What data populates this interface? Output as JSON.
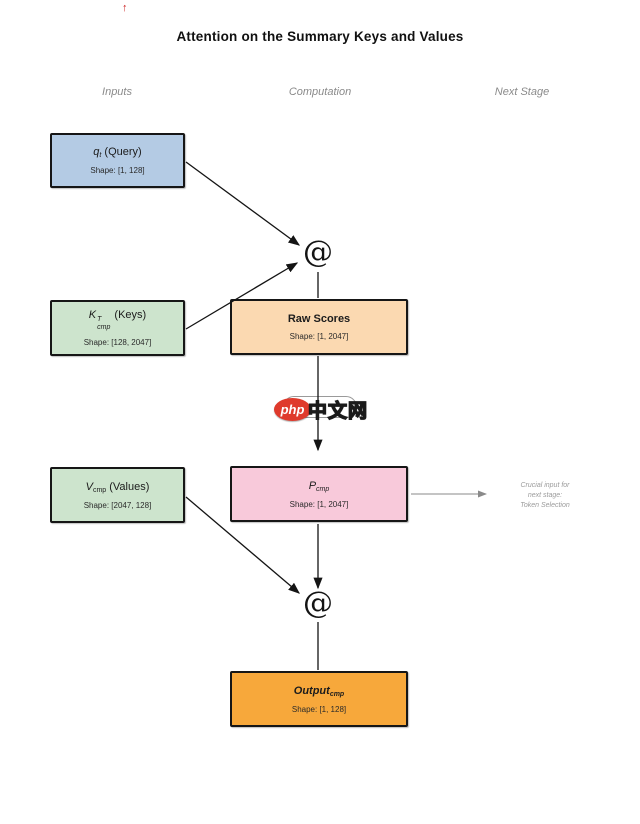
{
  "title": "Attention on the Summary Keys and Values",
  "columns": {
    "inputs": "Inputs",
    "computation": "Computation",
    "next_stage": "Next Stage"
  },
  "nodes": {
    "query": {
      "base": "q",
      "sub": "t",
      "suffix": " (Query)",
      "shape_label": "Shape: [1, 128]",
      "fill": "#b4cbe4"
    },
    "keys": {
      "base": "K",
      "sup": "T",
      "sub": "cmp",
      "suffix": " (Keys)",
      "shape_label": "Shape: [128, 2047]",
      "fill": "#cde4cd"
    },
    "raw_scores": {
      "label": "Raw Scores",
      "shape_label": "Shape: [1, 2047]",
      "fill": "#fbd9b1"
    },
    "p_cmp": {
      "base": "P",
      "sub": "cmp",
      "shape_label": "Shape: [1, 2047]",
      "fill": "#f8c9da"
    },
    "values": {
      "base": "V",
      "sub": "cmp",
      "suffix": " (Values)",
      "shape_label": "Shape: [2047, 128]",
      "fill": "#cde4cd"
    },
    "output": {
      "base": "Output",
      "sub": "cmp",
      "shape_label": "Shape: [1, 128]",
      "fill": "#f7a83b"
    }
  },
  "operators": {
    "matmul_top": "@",
    "matmul_bottom": "@"
  },
  "annotations": {
    "next_stage_note": {
      "line1": "Crucial input for",
      "line2": "next stage:",
      "line3": "Token Selection"
    },
    "corner_mark": "↑"
  },
  "watermark": {
    "badge": "php",
    "text": "中文网",
    "badge_color": "#df3a2c"
  }
}
